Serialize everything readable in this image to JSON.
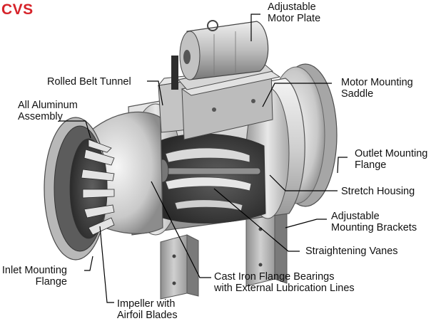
{
  "title": "CVS",
  "title_color": "#d6232a",
  "labels": {
    "adjustable_motor_plate": [
      "Adjustable",
      "Motor Plate"
    ],
    "rolled_belt_tunnel": [
      "Rolled Belt Tunnel"
    ],
    "motor_mounting_saddle": [
      "Motor Mounting",
      "Saddle"
    ],
    "all_aluminum_assembly": [
      "All Aluminum",
      "Assembly"
    ],
    "outlet_mounting_flange": [
      "Outlet Mounting",
      "Flange"
    ],
    "stretch_housing": [
      "Stretch Housing"
    ],
    "adjustable_mounting_brackets": [
      "Adjustable",
      "Mounting Brackets"
    ],
    "straightening_vanes": [
      "Straightening Vanes"
    ],
    "inlet_mounting_flange": [
      "Inlet Mounting",
      "Flange"
    ],
    "cast_iron_flange_bearings": [
      "Cast Iron Flange Bearings",
      "with External Lubrication Lines"
    ],
    "impeller_with_airfoil_blades": [
      "Impeller with",
      "Airfoil Blades"
    ]
  }
}
